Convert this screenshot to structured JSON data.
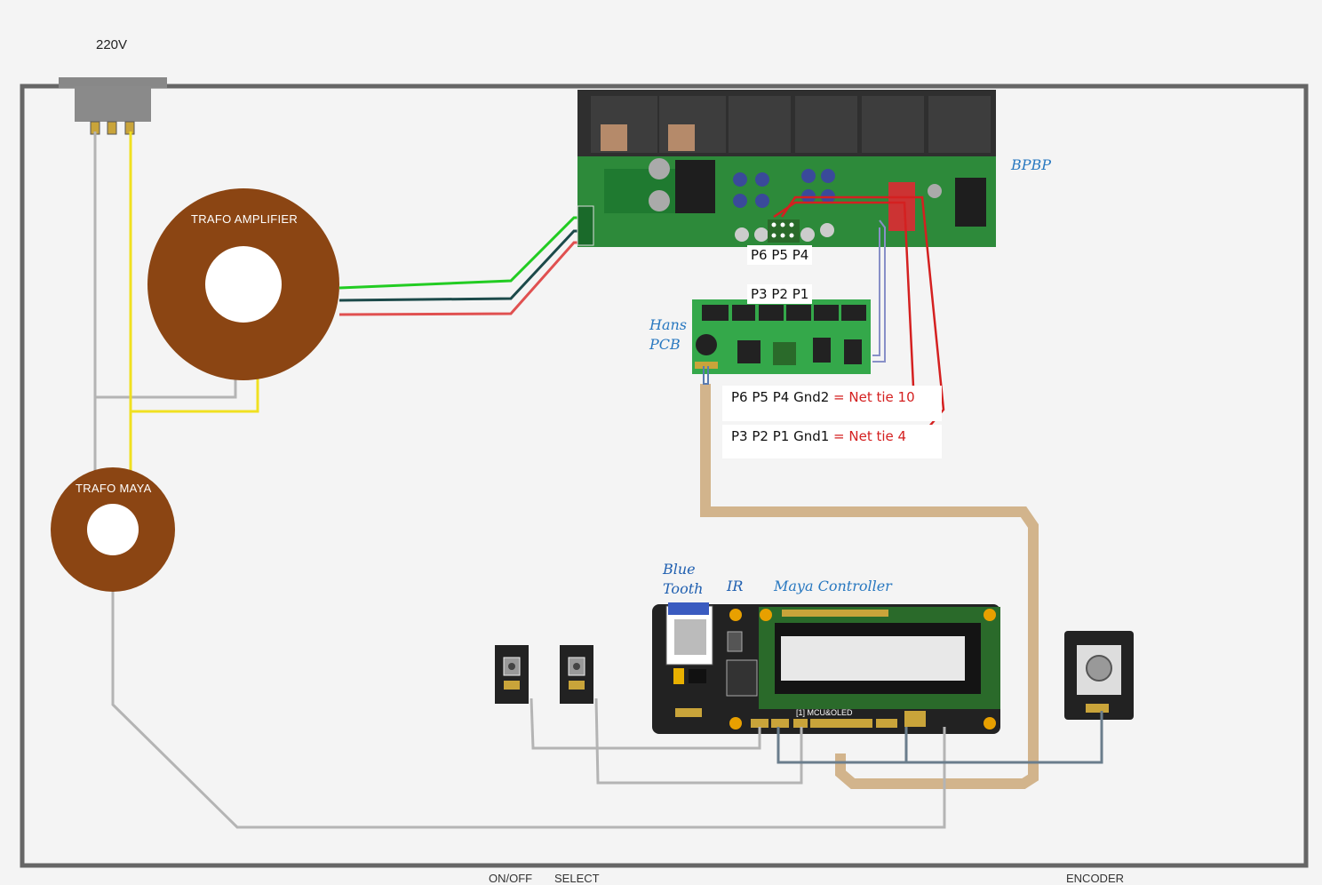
{
  "mains": {
    "label": "220V"
  },
  "boards": {
    "bpbp": "BPBP",
    "hans_line1": "Hans",
    "hans_line2": "PCB",
    "bluetooth_line1": "Blue",
    "bluetooth_line2": "Tooth",
    "ir": "IR",
    "maya_controller": "Maya Controller",
    "mcu_oled": "[1] MCU&OLED"
  },
  "transformers": {
    "amplifier": "TRAFO AMPLIFIER",
    "maya": "TRAFO MAYA"
  },
  "pin_headers": {
    "upper_row1": "P6  P5  P4",
    "upper_row2": "P3  P2  P1"
  },
  "net_ties": [
    {
      "pins": "P6  P5  P4  Gnd2",
      "eq": " = ",
      "net": "Net tie 10"
    },
    {
      "pins": "P3  P2  P1  Gnd1",
      "eq": " = ",
      "net": "Net tie 4"
    }
  ],
  "buttons": {
    "on_off": "ON/OFF",
    "select": "SELECT",
    "encoder": "ENCODER"
  },
  "colors": {
    "enclosure": "#666666",
    "toroid": "#8b4513",
    "pcb_green": "#2d8a3a",
    "wire_yellow": "#f0e020",
    "wire_gray": "#b4b4b4",
    "wire_green": "#22cc22",
    "wire_dark": "#1c4a4a",
    "wire_red": "#e05050",
    "net_red": "#d42020",
    "ribbon": "#d2b48c",
    "bus_slate": "#6a7d8c"
  }
}
